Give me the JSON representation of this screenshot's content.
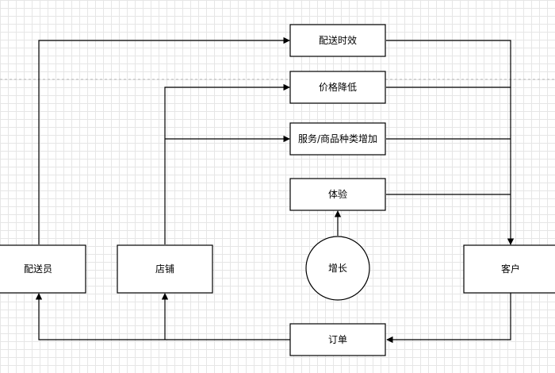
{
  "nodes": {
    "courier": "配送员",
    "store": "店铺",
    "customer": "客户",
    "growth": "增长",
    "delivery_time": "配送时效",
    "price_drop": "价格降低",
    "more_services": "服务/商品种类增加",
    "experience": "体验",
    "order": "订单"
  },
  "edges": [
    {
      "from": "courier",
      "to": "delivery_time"
    },
    {
      "from": "store",
      "to": "price_drop"
    },
    {
      "from": "store",
      "to": "more_services"
    },
    {
      "from": "growth",
      "to": "experience"
    },
    {
      "from": "delivery_time",
      "to": "customer"
    },
    {
      "from": "price_drop",
      "to": "customer"
    },
    {
      "from": "more_services",
      "to": "customer"
    },
    {
      "from": "experience",
      "to": "customer"
    },
    {
      "from": "customer",
      "to": "order"
    },
    {
      "from": "order",
      "to": "courier"
    },
    {
      "from": "order",
      "to": "store"
    }
  ],
  "colors": {
    "stroke": "#000000",
    "node_fill": "#ffffff",
    "grid": "#e6e6e6"
  }
}
